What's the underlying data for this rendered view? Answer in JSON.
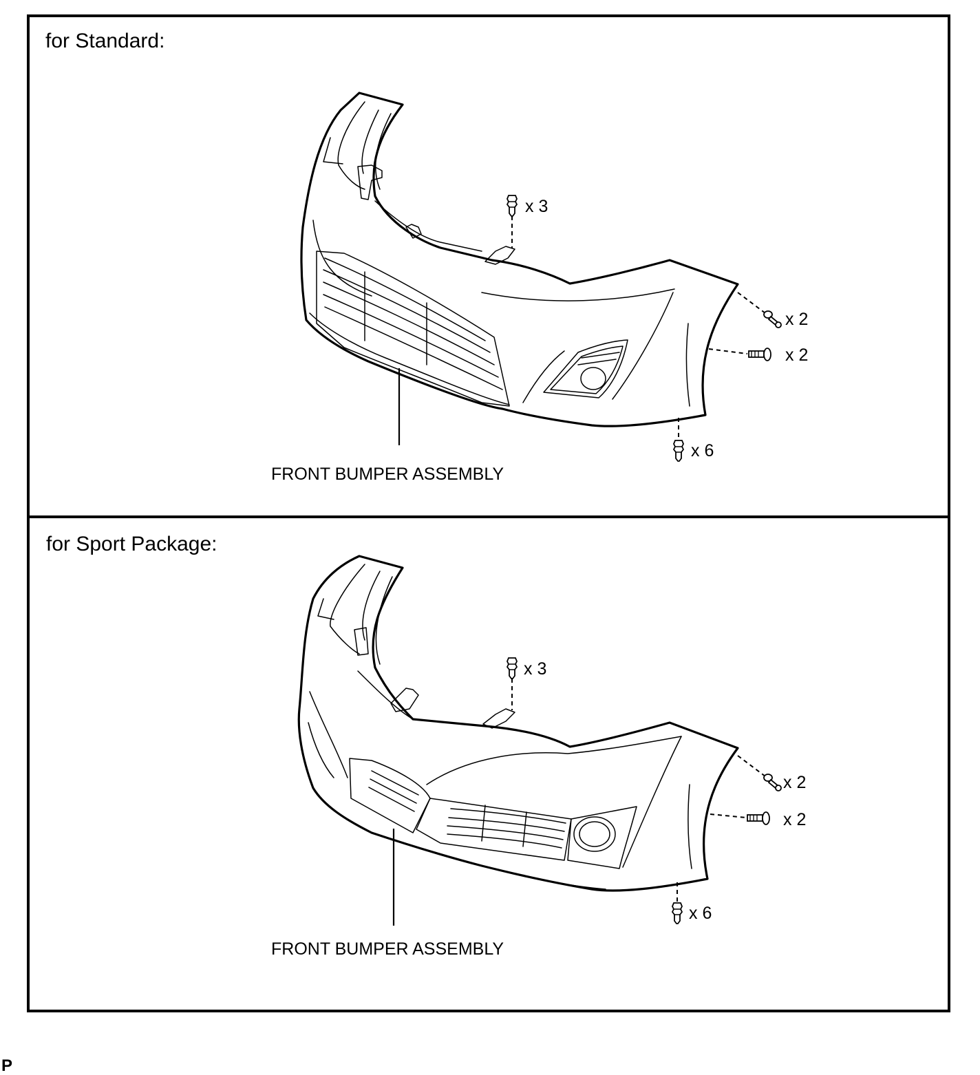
{
  "panels": [
    {
      "heading": "for Standard:",
      "part_label": "FRONT BUMPER ASSEMBLY",
      "fasteners": [
        {
          "qty": "x 3",
          "icon": "clip-icon"
        },
        {
          "qty": "x 2",
          "icon": "screw-icon"
        },
        {
          "qty": "x 2",
          "icon": "bolt-icon"
        },
        {
          "qty": "x 6",
          "icon": "clip-icon"
        }
      ]
    },
    {
      "heading": "for Sport Package:",
      "part_label": "FRONT BUMPER ASSEMBLY",
      "fasteners": [
        {
          "qty": "x 3",
          "icon": "clip-icon"
        },
        {
          "qty": "x 2",
          "icon": "screw-icon"
        },
        {
          "qty": "x 2",
          "icon": "bolt-icon"
        },
        {
          "qty": "x 6",
          "icon": "clip-icon"
        }
      ]
    }
  ],
  "footer_mark": "P"
}
